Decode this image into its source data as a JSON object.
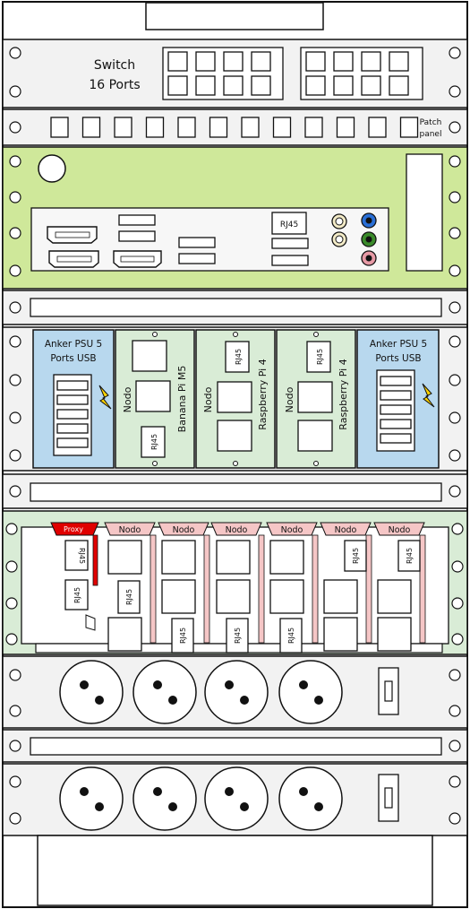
{
  "switch": {
    "title_line1": "Switch",
    "title_line2": "16 Ports"
  },
  "patch_panel": {
    "label_line1": "Patch",
    "label_line2": "panel"
  },
  "motherboard": {
    "rj45_label": "RJ45"
  },
  "row4": {
    "psu_left": {
      "line1": "Anker PSU 5",
      "line2": "Ports USB"
    },
    "psu_right": {
      "line1": "Anker PSU 5",
      "line2": "Ports USB"
    },
    "banana": {
      "nodo": "Nodo",
      "board": "Banana Pi M5",
      "rj45": "RJ45"
    },
    "rpi_a": {
      "nodo": "Nodo",
      "board": "Raspberry Pi 4",
      "rj45": "RJ45"
    },
    "rpi_b": {
      "nodo": "Nodo",
      "board": "Raspberry Pi 4",
      "rj45": "RJ45"
    }
  },
  "row5": {
    "proxy_label": "Proxy",
    "nodo_labels": [
      "Nodo",
      "Nodo",
      "Nodo",
      "Nodo",
      "Nodo",
      "Nodo"
    ],
    "rj45": "RJ45"
  },
  "colors": {
    "frame": "#111111",
    "panel_gray": "#f2f2f2",
    "green": "#cfe89a",
    "green_light": "#d9ecd6",
    "psu_blue": "#b8d8ee",
    "bolt_yellow": "#ffd400",
    "proxy_red": "#e00000",
    "nodo_pink": "#f5c6c6",
    "audio_blue": "#2a6fd6",
    "audio_green": "#3a8a2a",
    "audio_pink": "#e79aa6",
    "audio_beige": "#f4ecc8"
  }
}
